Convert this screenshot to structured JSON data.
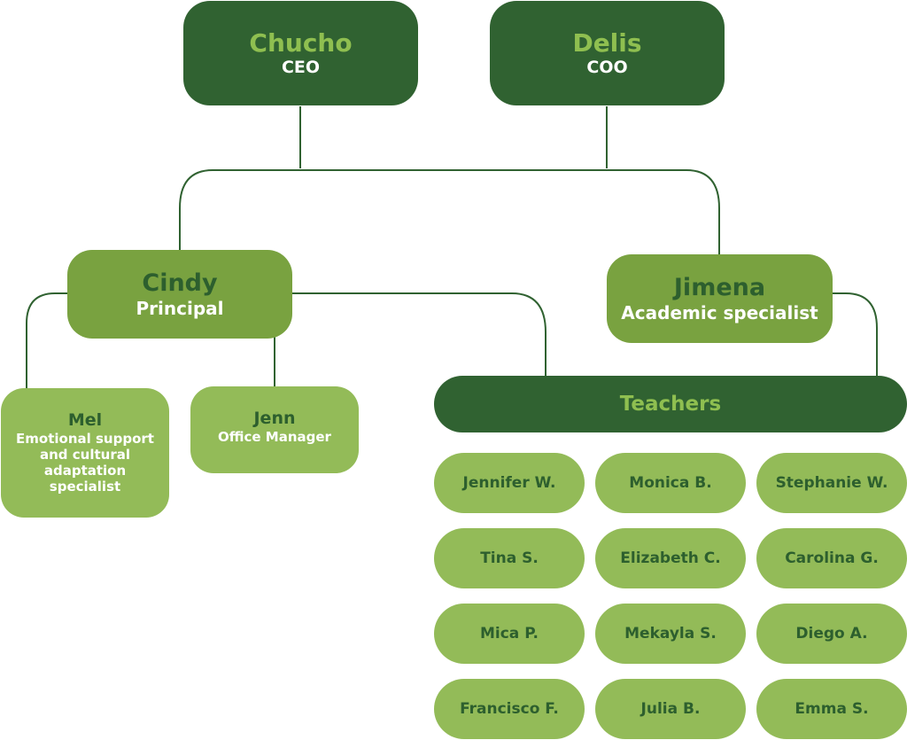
{
  "colors": {
    "dark_green": "#306231",
    "mid_green": "#79a240",
    "light_green": "#93bb58",
    "name_dark": "#2d5f2e",
    "name_light": "#8fbf50",
    "role_text": "#ffffff",
    "connector": "#306231"
  },
  "executives": [
    {
      "name": "Chucho",
      "role": "CEO"
    },
    {
      "name": "Delis",
      "role": "COO"
    }
  ],
  "managers": [
    {
      "name": "Cindy",
      "role": "Principal"
    },
    {
      "name": "Jimena",
      "role": "Academic specialist"
    }
  ],
  "staff": [
    {
      "name": "Mel",
      "role": "Emotional support and cultural adaptation specialist"
    },
    {
      "name": "Jenn",
      "role": "Office Manager"
    }
  ],
  "teachers": {
    "label": "Teachers",
    "members": [
      "Jennifer W.",
      "Monica B.",
      "Stephanie W.",
      "Tina S.",
      "Elizabeth C.",
      "Carolina G.",
      "Mica P.",
      "Mekayla S.",
      "Diego A.",
      "Francisco F.",
      "Julia B.",
      "Emma S."
    ]
  }
}
